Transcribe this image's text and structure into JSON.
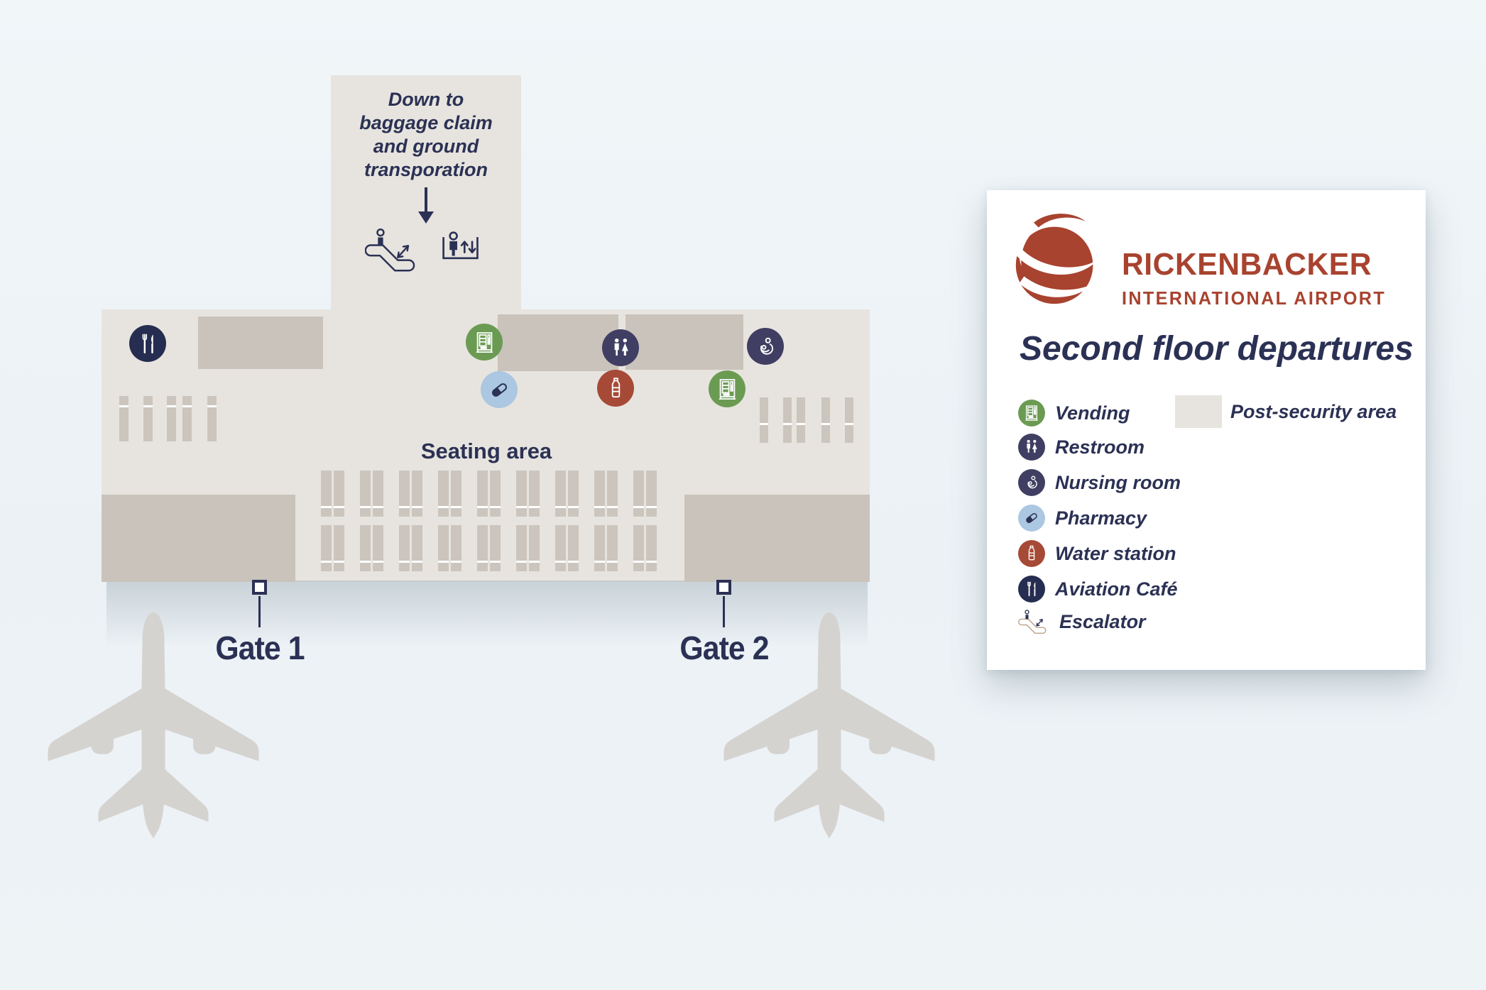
{
  "map": {
    "stem_note_lines": [
      "Down to",
      "baggage claim",
      "and ground",
      "transporation"
    ],
    "seating_area_label": "Seating area",
    "gates": [
      {
        "label": "Gate 1"
      },
      {
        "label": "Gate 2"
      }
    ],
    "poi_icons": [
      "aviation-cafe",
      "vending",
      "restroom",
      "nursing-room",
      "pharmacy",
      "water-station",
      "vending",
      "escalator",
      "elevator"
    ]
  },
  "panel": {
    "brand_name": "RICKENBACKER",
    "brand_subtitle": "INTERNATIONAL AIRPORT",
    "title": "Second floor departures",
    "legend": [
      {
        "icon": "vending-icon",
        "label": "Vending"
      },
      {
        "icon": "restroom-icon",
        "label": "Restroom"
      },
      {
        "icon": "nursing-room-icon",
        "label": "Nursing room"
      },
      {
        "icon": "pharmacy-icon",
        "label": "Pharmacy"
      },
      {
        "icon": "water-station-icon",
        "label": "Water station"
      },
      {
        "icon": "aviation-cafe-icon",
        "label": "Aviation Café"
      },
      {
        "icon": "escalator-icon",
        "label": "Escalator"
      }
    ],
    "post_security_label": "Post-security area"
  },
  "colors": {
    "navy_text": "#2b3154",
    "icon_navy": "#413e63",
    "cafe_navy": "#252d50",
    "green": "#6b9b53",
    "pharmacy_blue": "#abc7e1",
    "water_red": "#a64a37",
    "brand_red": "#a8432f",
    "terminal_beige": "#e7e4df",
    "block_beige": "#c9c3bb",
    "background": "#eef3f6",
    "plane_gray": "#d5d3d0"
  }
}
